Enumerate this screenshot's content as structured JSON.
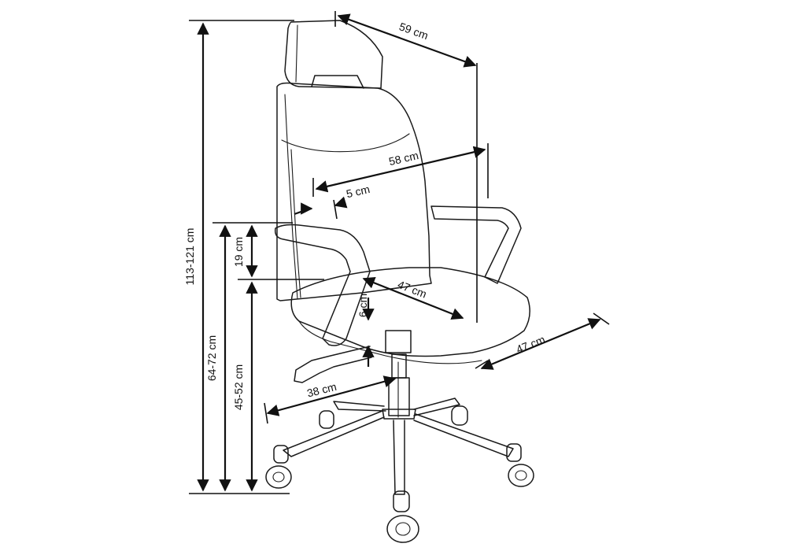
{
  "dimensions": {
    "total_height": "113-121 cm",
    "armrest_height": "64-72 cm",
    "seat_height": "45-52 cm",
    "arm_above_seat": "19 cm",
    "overall_width": "59 cm",
    "inner_width": "58 cm",
    "armrest_width": "5 cm",
    "seat_depth": "47 cm",
    "seat_width": "47 cm",
    "seat_thickness": "6 cm",
    "base_radius": "38 cm"
  },
  "colors": {
    "line": "#1a1a1a",
    "background": "#ffffff"
  }
}
